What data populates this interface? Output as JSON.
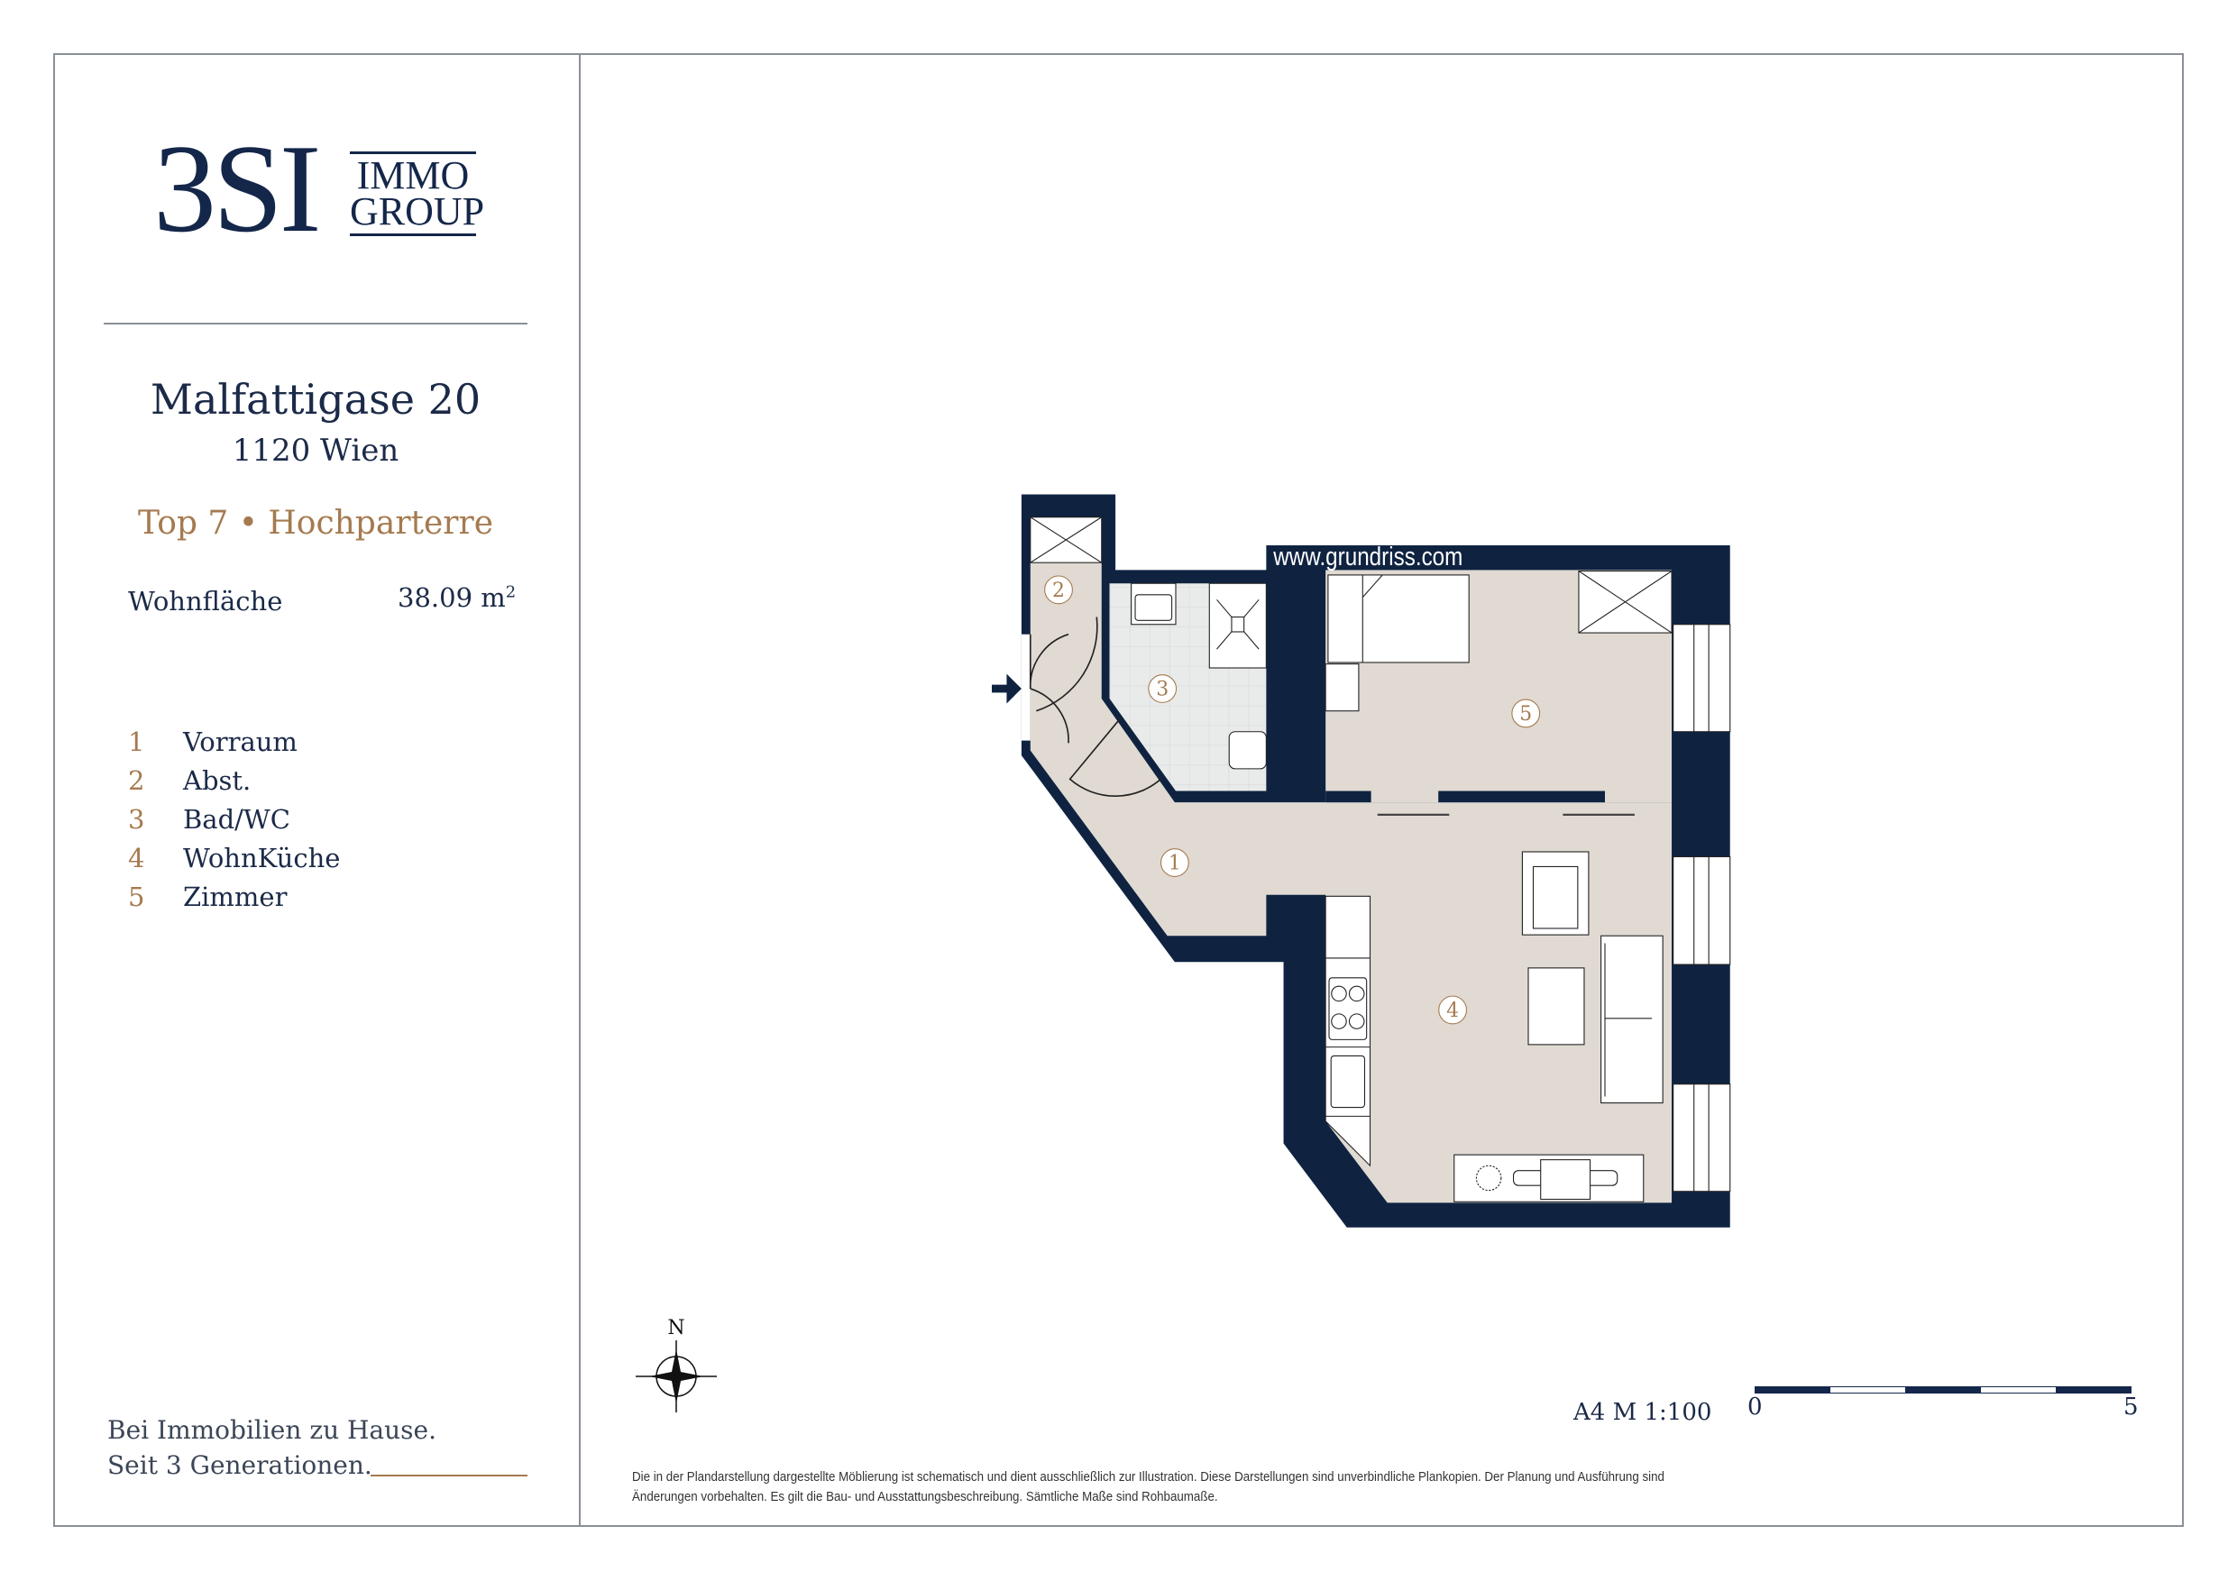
{
  "logo": {
    "main": "3SI",
    "line1": "IMMO",
    "line2": "GROUP"
  },
  "property": {
    "street": "Malfattigase 20",
    "city": "1120 Wien",
    "unit": "Top 7 • Hochparterre"
  },
  "area": {
    "label": "Wohnfläche",
    "value": "38.09 m",
    "unit_sup": "2"
  },
  "rooms": [
    {
      "num": "1",
      "name": "Vorraum"
    },
    {
      "num": "2",
      "name": "Abst."
    },
    {
      "num": "3",
      "name": "Bad/WC"
    },
    {
      "num": "4",
      "name": "WohnKüche"
    },
    {
      "num": "5",
      "name": "Zimmer"
    }
  ],
  "tagline": [
    "Bei Immobilien zu Hause.",
    "Seit 3 Generationen."
  ],
  "plan": {
    "watermark": "www.grundriss.com",
    "north": "N",
    "colors": {
      "wall": "#0f2341",
      "floor": "#e0dad3",
      "tile": "#e9ebeb",
      "accent": "#a57a4f"
    }
  },
  "scale": {
    "text": "A4  M 1:100",
    "start": "0",
    "end": "5"
  },
  "disclaimer": "Die in der Plandarstellung dargestellte Möblierung ist schematisch und dient ausschließlich zur Illustration. Diese Darstellungen sind unverbindliche Plankopien. Der Planung und Ausführung sind Änderungen vorbehalten. Es gilt die Bau- und Ausstattungsbeschreibung. Sämtliche Maße sind Rohbaumaße."
}
